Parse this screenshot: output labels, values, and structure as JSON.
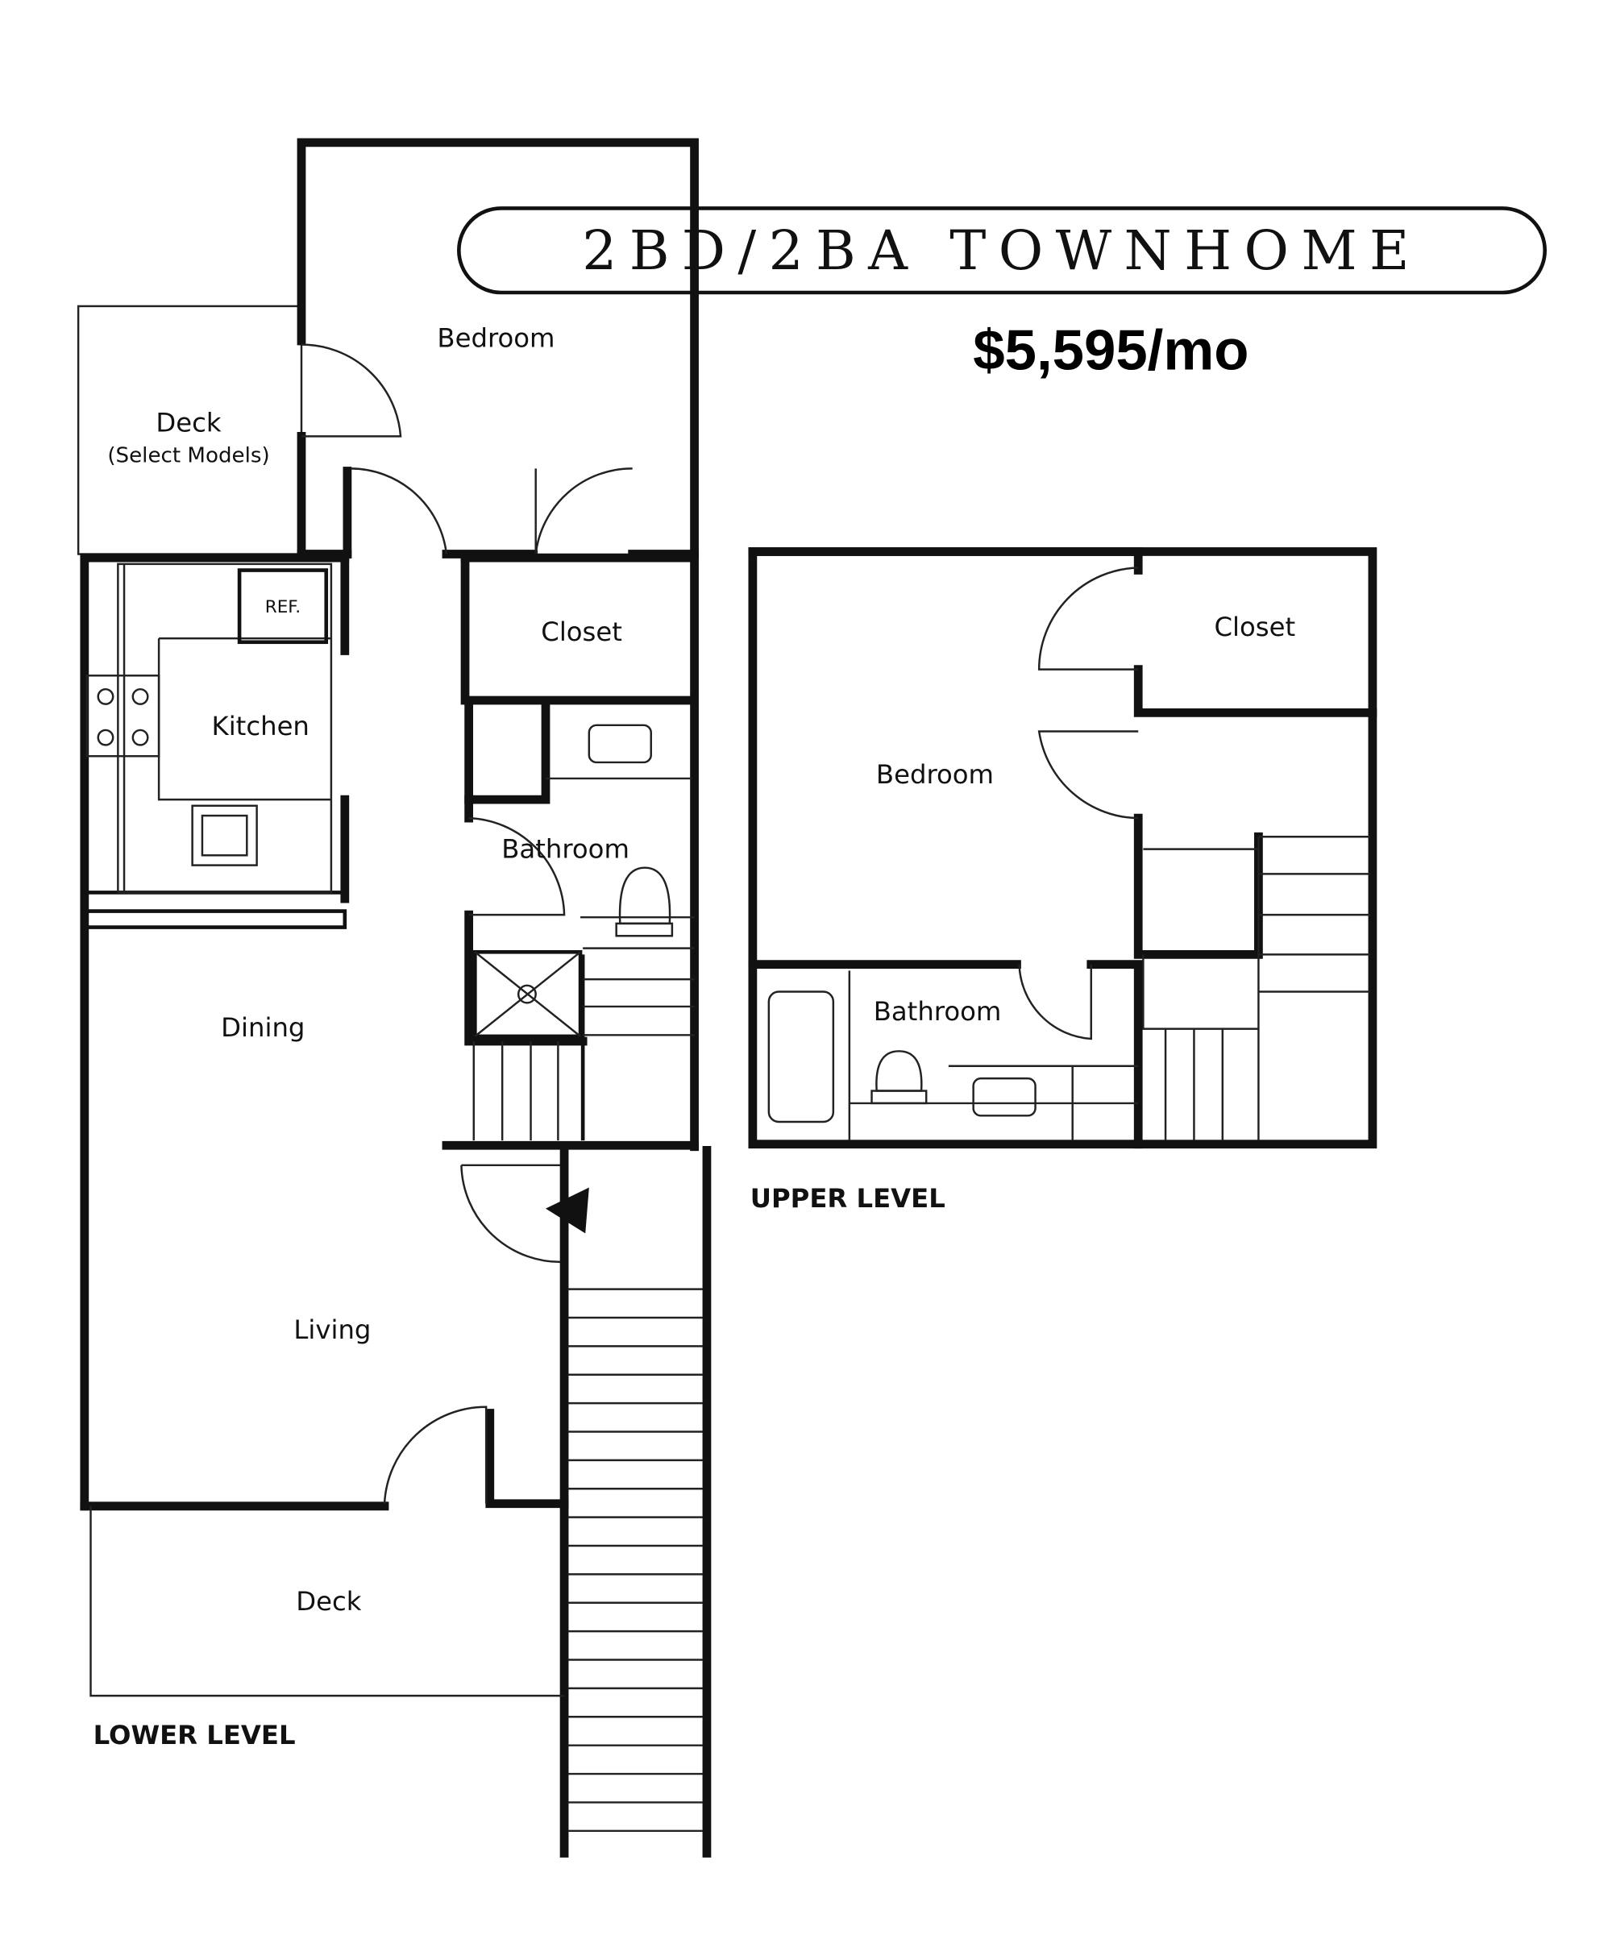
{
  "header": {
    "title": "2BD/2BA TOWNHOME",
    "price": "$5,595/mo"
  },
  "lower_level": {
    "label": "LOWER LEVEL",
    "rooms": {
      "bedroom": "Bedroom",
      "deck_top": "Deck",
      "deck_top_note": "(Select Models)",
      "closet": "Closet",
      "kitchen": "Kitchen",
      "ref": "REF.",
      "bathroom": "Bathroom",
      "dining": "Dining",
      "living": "Living",
      "deck_bottom": "Deck"
    }
  },
  "upper_level": {
    "label": "UPPER LEVEL",
    "rooms": {
      "closet": "Closet",
      "bedroom": "Bedroom",
      "bathroom": "Bathroom"
    }
  }
}
